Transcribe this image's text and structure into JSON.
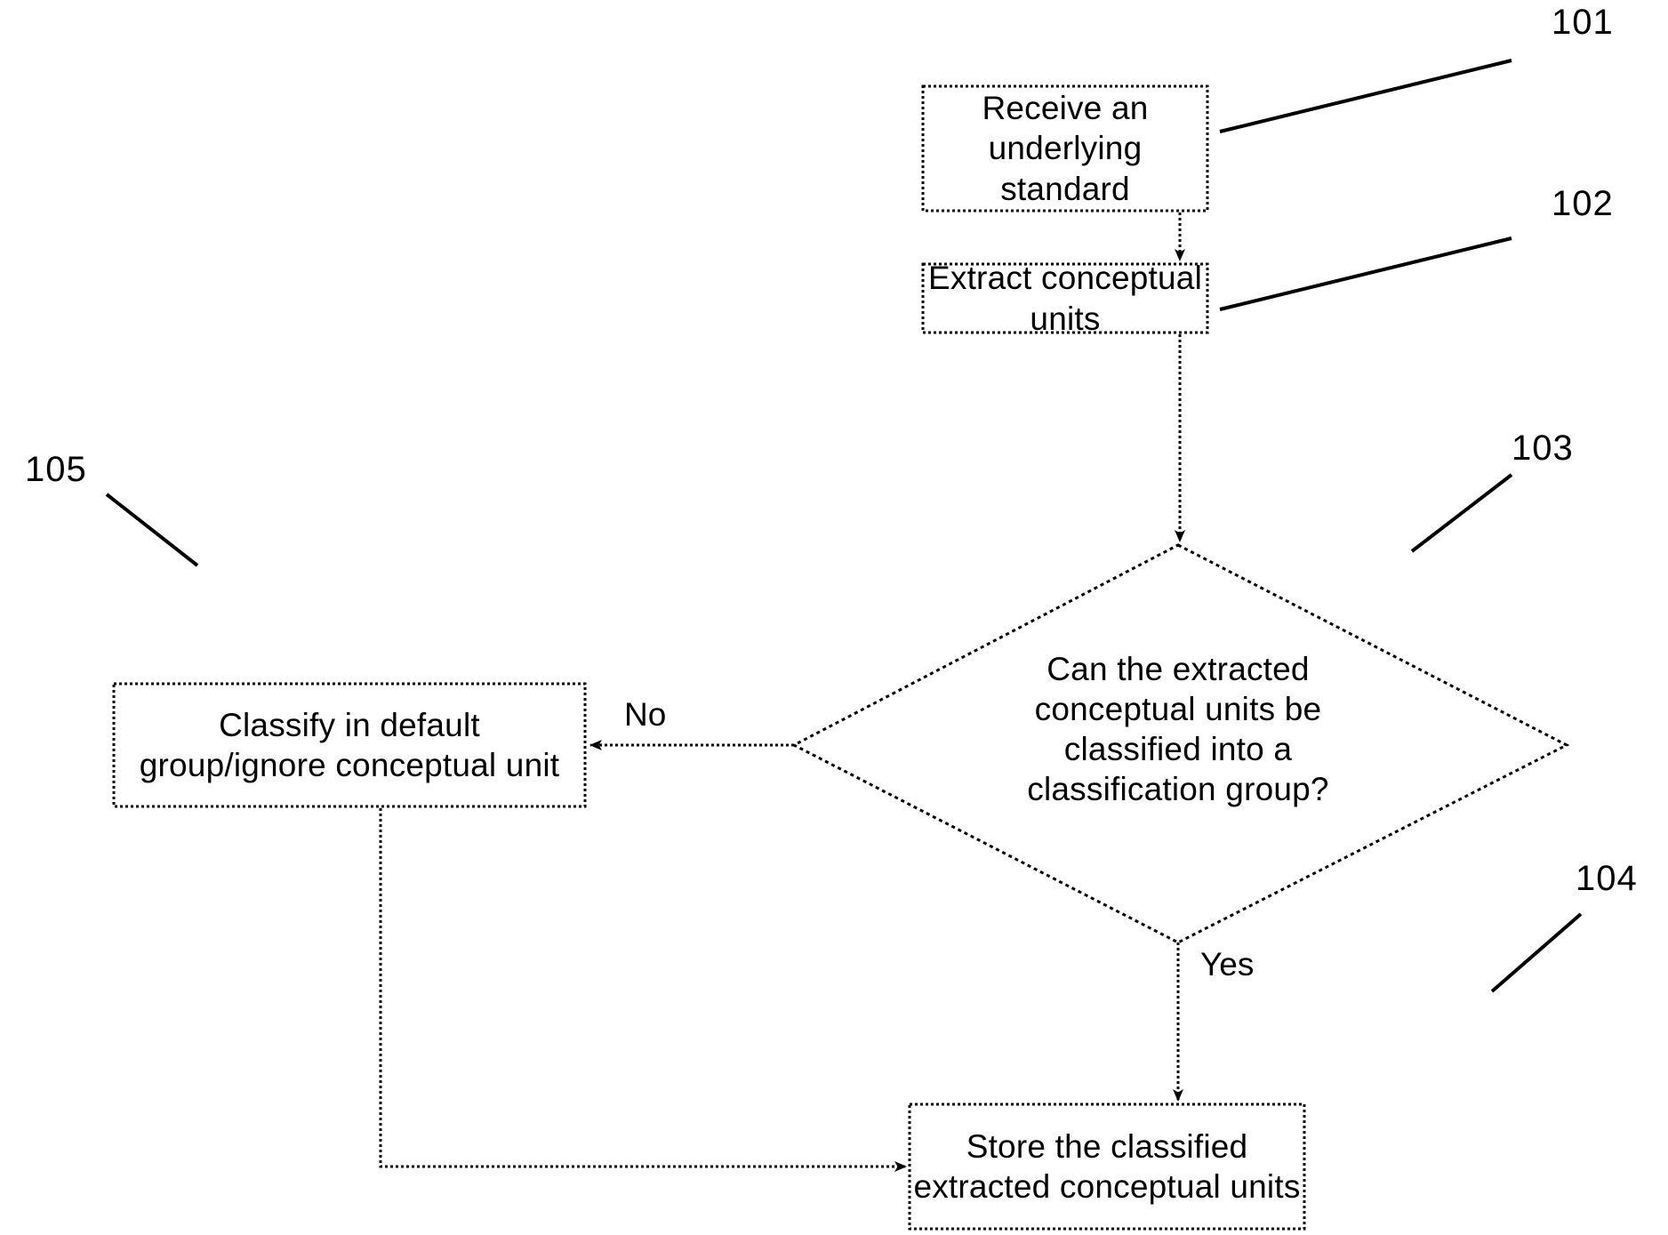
{
  "figure": {
    "type": "flowchart",
    "background_color": "#ffffff",
    "stroke_color": "#000000",
    "nodes": [
      {
        "id": "101",
        "shape": "rectangle",
        "border_style": "dotted",
        "label": "Receive an underlying\nstandard",
        "ref": "101"
      },
      {
        "id": "102",
        "shape": "rectangle",
        "border_style": "dotted",
        "label": "Extract conceptual units",
        "ref": "102"
      },
      {
        "id": "103",
        "shape": "diamond",
        "border_style": "dotted",
        "label": "Can the extracted\nconceptual units be\nclassified into a\nclassification group?",
        "ref": "103"
      },
      {
        "id": "104",
        "shape": "rectangle",
        "border_style": "dotted",
        "label": "Store the classified\nextracted conceptual units",
        "ref": "104"
      },
      {
        "id": "105",
        "shape": "rectangle",
        "border_style": "dotted",
        "label": "Classify in default\ngroup/ignore conceptual unit",
        "ref": "105"
      }
    ],
    "edges": [
      {
        "from": "101",
        "to": "102",
        "label": "",
        "arrow": "filled"
      },
      {
        "from": "102",
        "to": "103",
        "label": "",
        "arrow": "filled"
      },
      {
        "from": "103",
        "to": "105",
        "label": "No",
        "arrow": "filled"
      },
      {
        "from": "103",
        "to": "104",
        "label": "Yes",
        "arrow": "filled"
      },
      {
        "from": "105",
        "to": "104",
        "label": "",
        "arrow": "filled"
      }
    ],
    "reference_numerals": [
      "101",
      "102",
      "103",
      "104",
      "105"
    ]
  }
}
